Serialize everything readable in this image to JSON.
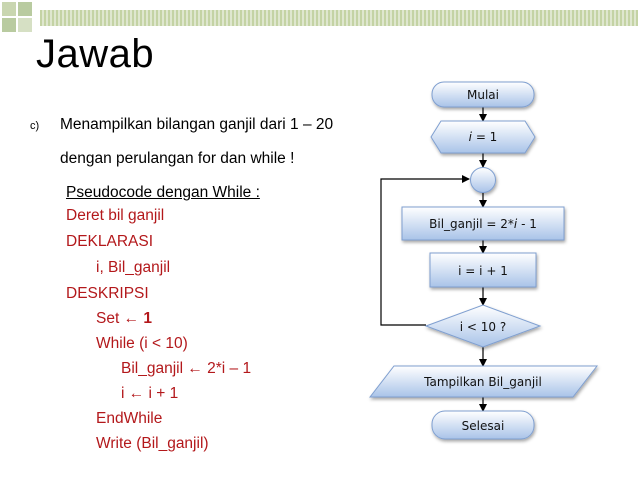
{
  "slide": {
    "title": "Jawab",
    "bullet": "c)",
    "description_line1": "Menampilkan bilangan ganjil dari 1 – 20",
    "description_line2": "dengan perulangan for dan while !",
    "pseudocode_heading": "Pseudocode dengan While :"
  },
  "pseudocode": {
    "line1": "Deret bil ganjil",
    "line2": "DEKLARASI",
    "line3": "i, Bil_ganjil",
    "line4": "DESKRIPSI",
    "line5_prefix": "Set ← ",
    "line5_value": "1",
    "line6": "While (i < 10)",
    "line7": "Bil_ganjil ← 2*i – 1",
    "line8": "i ← i + 1",
    "line9": "EndWhile",
    "line10": "Write (Bil_ganjil)"
  },
  "flowchart": {
    "start": "Mulai",
    "init_var": "i",
    "init_rest": " = 1",
    "calc_prefix": "Bil_ganjil = 2*",
    "calc_var": "i",
    "calc_suffix": " - 1",
    "increment": "i = i + 1",
    "condition": "i < 10 ?",
    "output": "Tampilkan Bil_ganjil",
    "end": "Selesai"
  },
  "colors": {
    "code_text": "#b3181b",
    "shape_fill_top": "#ffffff",
    "shape_fill_bottom": "#a9c3e8",
    "shape_stroke": "#7f9fd0",
    "bar_green": "#c4d3a4"
  }
}
